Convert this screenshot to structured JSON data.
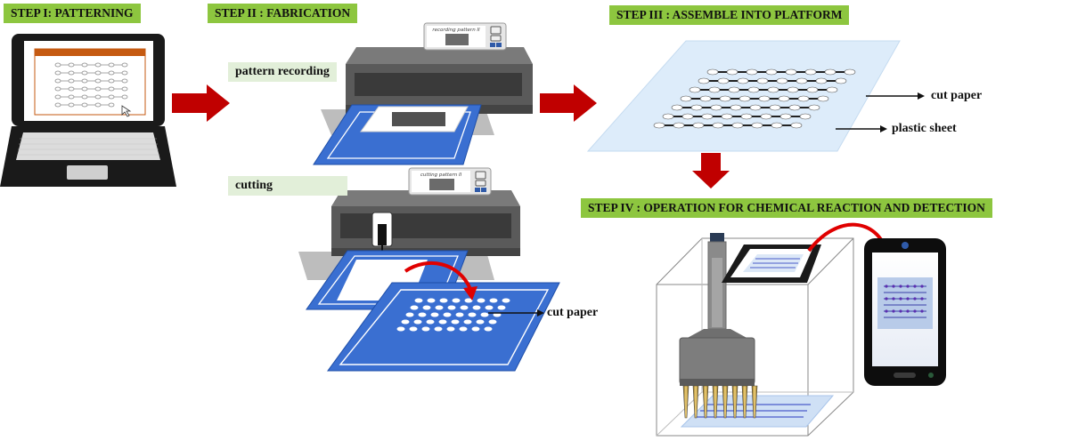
{
  "steps": {
    "step1": "STEP I: PATTERNING",
    "step2": "STEP II : FABRICATION",
    "step3": "STEP III : ASSEMBLE INTO PLATFORM",
    "step4": "STEP IV : OPERATION FOR CHEMICAL REACTION AND DETECTION"
  },
  "fabrication": {
    "pattern_recording": "pattern recording",
    "cutting": "cutting",
    "recorder_screen": "recording pattern II",
    "cutter_screen": "cutting pattern II",
    "cut_paper": "cut paper"
  },
  "assembly": {
    "cut_paper": "cut paper",
    "plastic_sheet": "plastic sheet"
  },
  "colors": {
    "step_label_bg": "#8dc63f",
    "sub_label_bg": "#e2efd9",
    "arrow_red": "#c00000",
    "sheet_blue": "#3a6fd1",
    "laptop_orange": "#c55a11",
    "machine_gray": "#555555"
  }
}
